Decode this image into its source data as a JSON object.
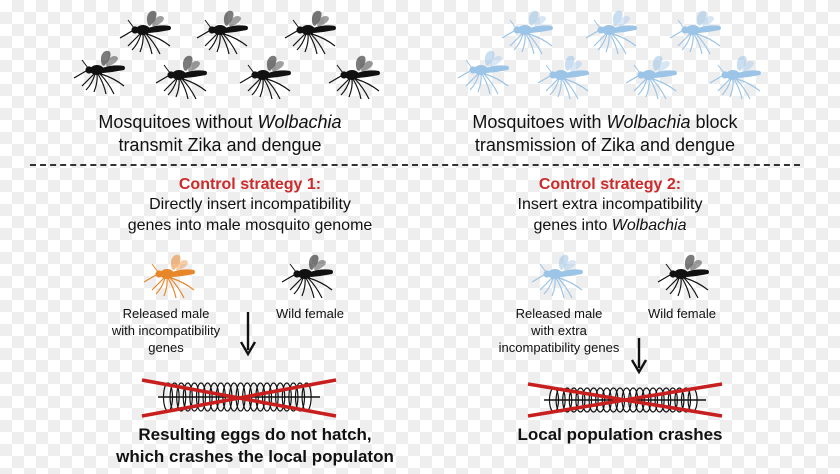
{
  "top": {
    "left_caption": [
      "Mosquitoes without ",
      "Wolbachia",
      "transmit Zika and dengue"
    ],
    "right_caption": [
      "Mosquitoes with ",
      "Wolbachia",
      " block",
      "transmission of Zika and dengue"
    ]
  },
  "strategy1": {
    "title": "Control strategy 1:",
    "line1": "Directly insert incompatibility",
    "line2": "genes into male mosquito genome",
    "male_label": [
      "Released male",
      "with incompatibility",
      "genes"
    ],
    "female_label": "Wild female",
    "result": [
      "Resulting eggs do not hatch,",
      "which crashes the local populaton"
    ]
  },
  "strategy2": {
    "title": "Control strategy 2:",
    "line1": "Insert extra incompatibility",
    "line2_prefix": "genes into ",
    "line2_italic": "Wolbachia",
    "male_label": [
      "Released male",
      "with extra",
      "incompatibility genes"
    ],
    "female_label": "Wild female",
    "result": "Local population crashes"
  },
  "colors": {
    "black_mosquito": "#111111",
    "blue_mosquito": "#9cc4e6",
    "orange_mosquito": "#e8872a",
    "strategy_red": "#cc2b2b",
    "cross_red": "#c81e1e"
  }
}
